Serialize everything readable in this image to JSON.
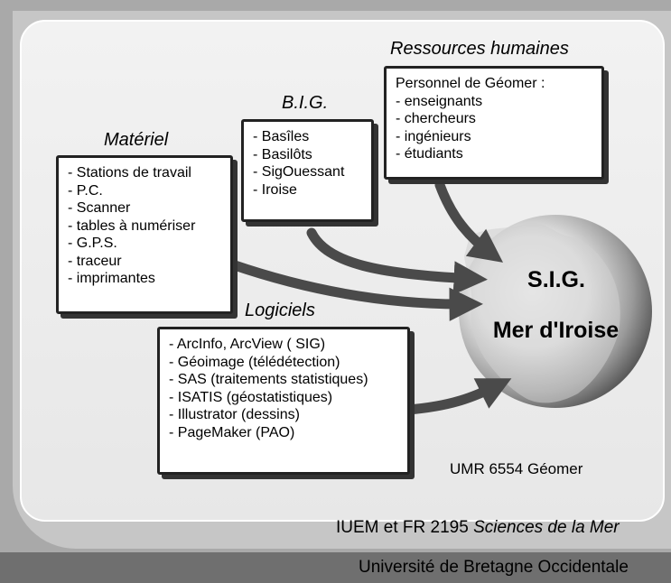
{
  "sections": {
    "ressources": {
      "title": "Ressources humaines",
      "header": "Personnel de Géomer :",
      "items": [
        "enseignants",
        "chercheurs",
        "ingénieurs",
        "étudiants"
      ]
    },
    "big": {
      "title": "B.I.G.",
      "items": [
        "Basîles",
        "Basilôts",
        "SigOuessant",
        "Iroise"
      ]
    },
    "materiel": {
      "title": "Matériel",
      "items": [
        "Stations de travail",
        "P.C.",
        "Scanner",
        "tables à numériser",
        "G.P.S.",
        "traceur",
        "imprimantes"
      ]
    },
    "logiciels": {
      "title": "Logiciels",
      "items": [
        "ArcInfo, ArcView ( SIG)",
        "Géoimage (télédétection)",
        "SAS (traitements statistiques)",
        "ISATIS (géostatistiques)",
        "Illustrator (dessins)",
        "PageMaker (PAO)"
      ]
    }
  },
  "center": {
    "line1": "S.I.G.",
    "line2": "Mer d'Iroise"
  },
  "lab": "UMR 6554 Géomer",
  "footer": {
    "institute_prefix": "IUEM et FR 2195 ",
    "institute_italic": "Sciences de la Mer",
    "university": "Université de Bretagne Occidentale"
  },
  "colors": {
    "arrow": "#4a4a4a",
    "box_border": "#222222",
    "background": "#6f6f6f"
  }
}
